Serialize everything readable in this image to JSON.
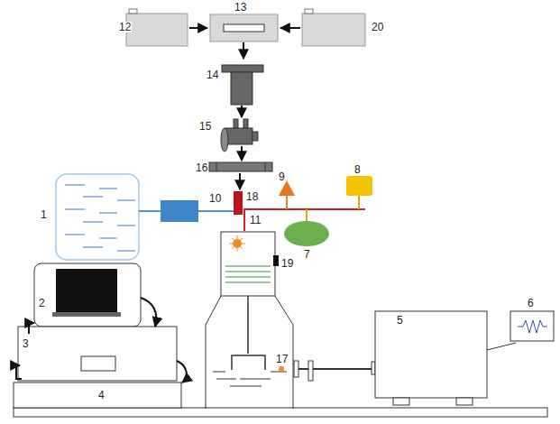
{
  "diagram": {
    "labels": [
      "12",
      "13",
      "20",
      "14",
      "15",
      "16",
      "18",
      "1",
      "10",
      "9",
      "8",
      "11",
      "7",
      "19",
      "2",
      "3",
      "17",
      "5",
      "6",
      "4"
    ]
  }
}
